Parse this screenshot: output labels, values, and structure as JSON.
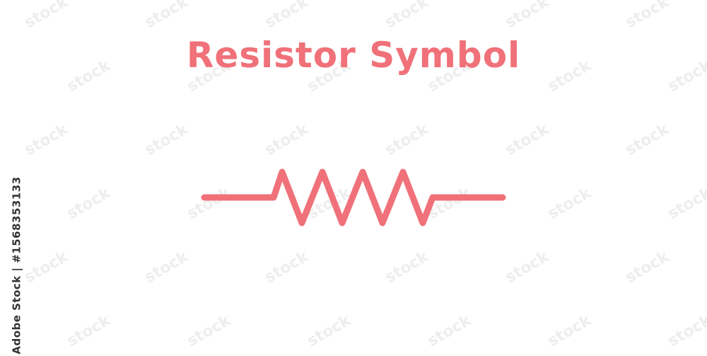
{
  "title": "Resistor Symbol",
  "side_id": "Adobe Stock | #1568353133",
  "watermark_text": "stock",
  "colors": {
    "accent": "#f07179",
    "background": "#ffffff",
    "side_text": "#333333",
    "watermark": "#eeeeee"
  },
  "diagram": {
    "element": "resistor",
    "zigzag_peaks": 4
  }
}
